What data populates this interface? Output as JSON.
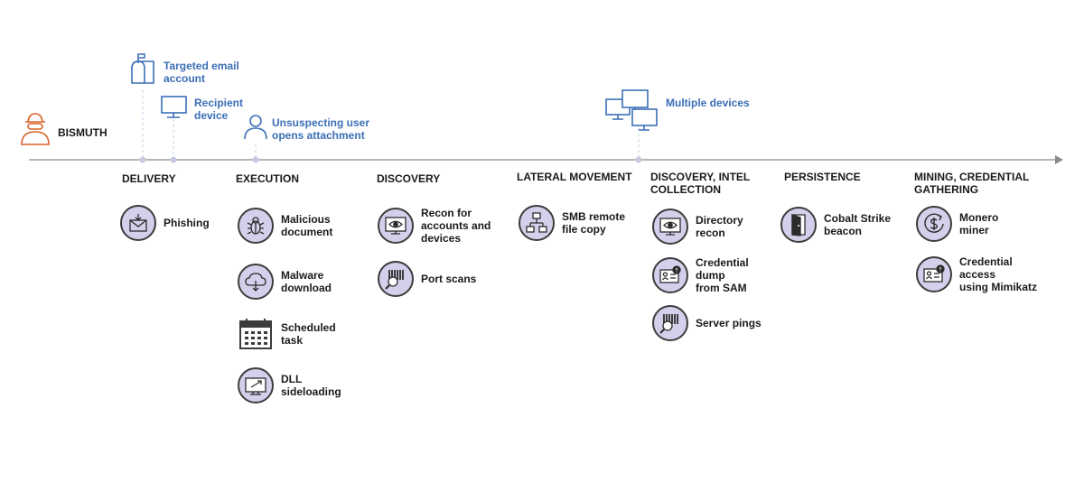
{
  "actor": {
    "name": "BISMUTH",
    "icon": "hacker-icon",
    "color": "#d9622b"
  },
  "callouts": [
    {
      "key": "email",
      "text": "Targeted email account",
      "lines": [
        "Targeted email",
        "account"
      ],
      "icon": "mailbox-icon"
    },
    {
      "key": "device",
      "text": "Recipient device",
      "lines": [
        "Recipient",
        "device"
      ],
      "icon": "monitor-icon"
    },
    {
      "key": "user",
      "text": "Unsuspecting user opens attachment",
      "lines": [
        "Unsuspecting user",
        "opens attachment"
      ],
      "icon": "user-icon"
    },
    {
      "key": "multi",
      "text": "Multiple devices",
      "lines": [
        "Multiple devices"
      ],
      "icon": "multiple-monitors-icon"
    }
  ],
  "stages": [
    {
      "title_lines": [
        "DELIVERY"
      ],
      "techniques": [
        {
          "lines": [
            "Phishing"
          ],
          "icon": "phishing-mail-icon"
        }
      ]
    },
    {
      "title_lines": [
        "EXECUTION"
      ],
      "techniques": [
        {
          "lines": [
            "Malicious",
            "document"
          ],
          "icon": "bug-icon"
        },
        {
          "lines": [
            "Malware",
            "download"
          ],
          "icon": "cloud-download-icon"
        },
        {
          "lines": [
            "Scheduled",
            "task"
          ],
          "icon": "calendar-icon"
        },
        {
          "lines": [
            "DLL",
            "sideloading"
          ],
          "icon": "dll-sideload-icon"
        }
      ]
    },
    {
      "title_lines": [
        "DISCOVERY"
      ],
      "techniques": [
        {
          "lines": [
            "Recon for",
            "accounts and",
            "devices"
          ],
          "icon": "eye-monitor-icon"
        },
        {
          "lines": [
            "Port scans"
          ],
          "icon": "barcode-scan-icon"
        }
      ]
    },
    {
      "title_lines": [
        "LATERAL MOVEMENT"
      ],
      "techniques": [
        {
          "lines": [
            "SMB remote",
            "file copy"
          ],
          "icon": "network-icon"
        }
      ]
    },
    {
      "title_lines": [
        "DISCOVERY, INTEL",
        "COLLECTION"
      ],
      "techniques": [
        {
          "lines": [
            "Directory",
            "recon"
          ],
          "icon": "eye-monitor-icon"
        },
        {
          "lines": [
            "Credential",
            "dump",
            "from SAM"
          ],
          "icon": "credential-card-icon"
        },
        {
          "lines": [
            "Server pings"
          ],
          "icon": "barcode-scan-icon"
        }
      ]
    },
    {
      "title_lines": [
        "PERSISTENCE"
      ],
      "techniques": [
        {
          "lines": [
            "Cobalt Strike",
            "beacon"
          ],
          "icon": "door-icon"
        }
      ]
    },
    {
      "title_lines": [
        "MINING, CREDENTIAL",
        "GATHERING"
      ],
      "techniques": [
        {
          "lines": [
            "Monero",
            "miner"
          ],
          "icon": "dollar-cycle-icon"
        },
        {
          "lines": [
            "Credential",
            "access",
            "using Mimikatz"
          ],
          "icon": "credential-card-icon"
        }
      ]
    }
  ],
  "colors": {
    "accent_blue": "#3b6fb6",
    "circle_fill": "#d4d0ec",
    "timeline": "#8a8a8a",
    "actor": "#d9622b"
  }
}
